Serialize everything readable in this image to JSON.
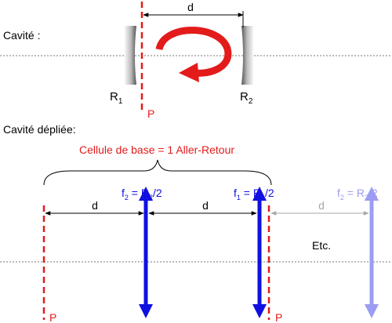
{
  "cavity": {
    "label": "Cavité :",
    "distance_label": "d",
    "mirror_left": {
      "name": "R",
      "sub": "1"
    },
    "mirror_right": {
      "name": "R",
      "sub": "2"
    },
    "plane_label": "P"
  },
  "unfolded": {
    "label": "Cavité dépliée:",
    "cell_label": "Cellule de base = 1 Aller-Retour",
    "d_labels": [
      "d",
      "d",
      "d"
    ],
    "lens1": {
      "f": "f",
      "f_sub": "2",
      "eq": " = R",
      "r_sub": "2",
      "tail": "/2"
    },
    "lens2": {
      "f": "f",
      "f_sub": "1",
      "eq": " = R",
      "r_sub": "1",
      "tail": "/2"
    },
    "lens3": {
      "f": "f",
      "f_sub": "2",
      "eq": " = R",
      "r_sub": "2",
      "tail": "/2"
    },
    "etc_label": "Etc.",
    "plane_left_label": "P",
    "plane_right_label": "P"
  },
  "colors": {
    "red": "#e31b1b",
    "blue": "#1010e0",
    "light_blue": "#9c9cf2",
    "gray": "#a8a8a8"
  }
}
